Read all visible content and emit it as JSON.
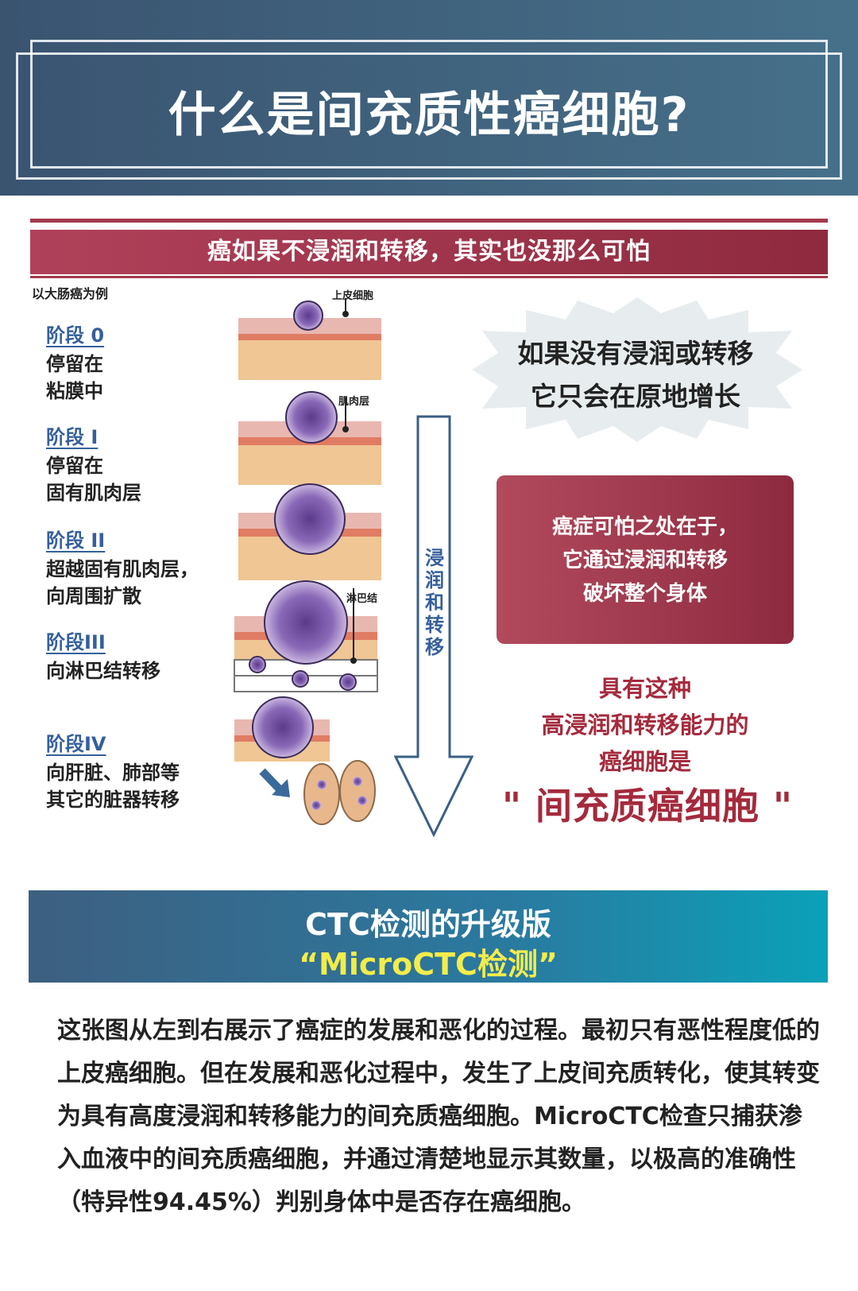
{
  "header": {
    "title": "什么是间充质性癌细胞?"
  },
  "ribbon": {
    "text": "癌如果不浸润和转移，其实也没那么可怕"
  },
  "example_note": "以大肠癌为例",
  "stages": [
    {
      "title": "阶段 0",
      "lines": [
        "停留在",
        "粘膜中"
      ]
    },
    {
      "title": "阶段 I",
      "lines": [
        "停留在",
        "固有肌肉层"
      ]
    },
    {
      "title": "阶段 II",
      "lines": [
        "超越固有肌肉层，",
        "向周围扩散"
      ]
    },
    {
      "title": "阶段III",
      "lines": [
        "向淋巴结转移"
      ]
    },
    {
      "title": "阶段IV",
      "lines": [
        "向肝脏、肺部等",
        "其它的脏器转移"
      ]
    }
  ],
  "diagram_labels": {
    "epithelial": "上皮细胞",
    "muscle": "肌肉层",
    "lymph": "淋巴结"
  },
  "arrow_label": "浸润和转移",
  "burst": {
    "line1": "如果没有浸润或转移",
    "line2": "它只会在原地增长"
  },
  "redbox": {
    "line1": "癌症可怕之处在于，",
    "line2": "它通过浸润和转移",
    "line3": "破坏整个身体"
  },
  "conclusion": {
    "line1": "具有这种",
    "line2": "高浸润和转移能力的",
    "line3": "癌细胞是",
    "big": "\" 间充质癌细胞 \""
  },
  "ctc": {
    "line1": "CTC检测的升级版",
    "line2": "“MicroCTC检测”"
  },
  "paragraph": "这张图从左到右展示了癌症的发展和恶化的过程。最初只有恶性程度低的上皮癌细胞。但在发展和恶化过程中，发生了上皮间充质转化，使其转变为具有高度浸润和转移能力的间充质癌细胞。MicroCTC检查只捕获渗入血液中的间充质癌细胞，并通过清楚地显示其数量，以极高的准确性（特异性94.45%）判别身体中是否存在癌细胞。",
  "colors": {
    "header_bg": "#46708a",
    "ribbon": "#a33a4d",
    "accent_red": "#a42a3c",
    "stage_blue": "#355f9c",
    "highlight_yellow": "#f3ec4b"
  }
}
